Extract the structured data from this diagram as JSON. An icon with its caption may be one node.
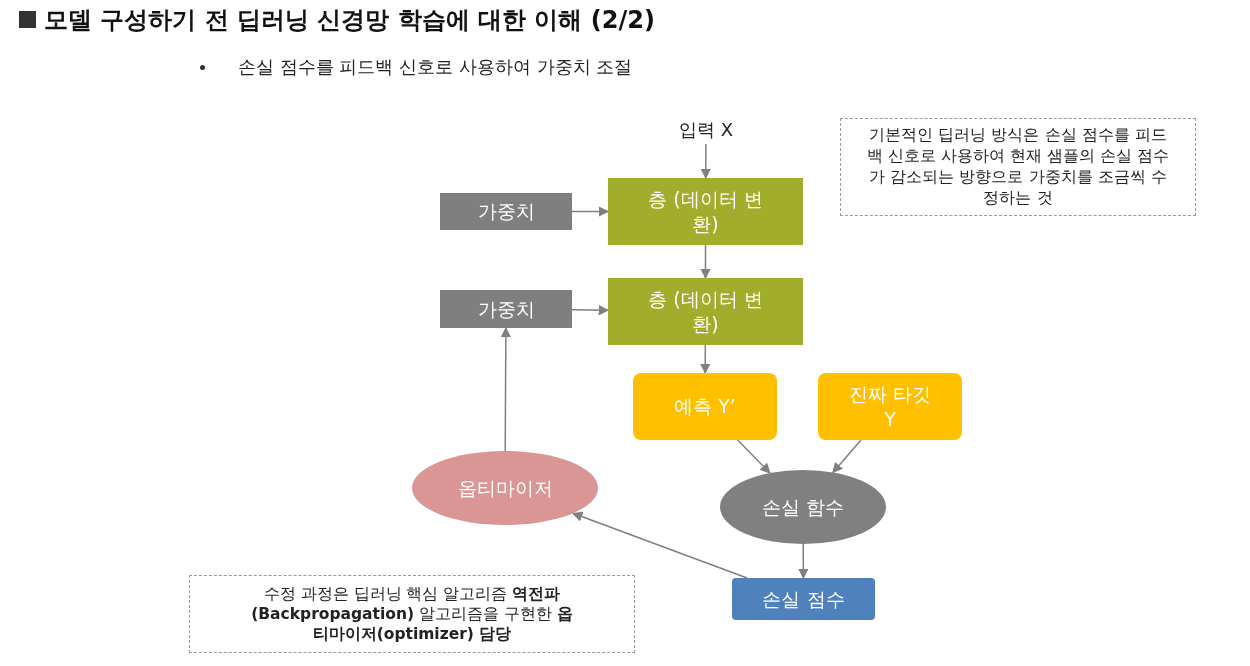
{
  "diagram": {
    "title": "모델 구성하기 전 딥러닝 신경망 학습에 대한 이해 (2/2)",
    "nodes": [
      {
        "text": [
          "입력 X"
        ]
      },
      {
        "text": [
          "층 (데이터 변환)"
        ]
      },
      {
        "text": [
          "가중치"
        ]
      },
      {
        "text": [
          "층 (데이터 변환)"
        ]
      },
      {
        "text": [
          "가중치"
        ]
      },
      {
        "text": [
          "예측 Y’"
        ]
      },
      {
        "text": [
          "진짜 타깃 Y"
        ]
      },
      {
        "text": [
          "옵티마이저"
        ]
      },
      {
        "text": [
          "손실 함수"
        ]
      },
      {
        "text": [
          "손실 점수"
        ]
      },
      {
        "text": [
          "기본적인 딥러닝 방식은 손실 점수를 피드백 신호로 사용하여 현재 샘플의 손실 점수가 감소되는 방향으로 가중치를 조금씩 수정하는 것"
        ]
      },
      {
        "text": [
          "수정 과정은 딥러닝 핵심 알고리즘 **역전파(Backpropagation)** 알고리즘을 구현한 **옵티마이저(optimizer) 담당**"
        ]
      }
    ],
    "edges": [
      {
        "from": 0,
        "to": 1,
        "arrow": "to"
      },
      {
        "from": 2,
        "to": 1,
        "arrow": "to"
      },
      {
        "from": 1,
        "to": 3,
        "arrow": "to"
      },
      {
        "from": 4,
        "to": 3,
        "arrow": "to"
      },
      {
        "from": 3,
        "to": 5,
        "arrow": "to"
      },
      {
        "from": 5,
        "to": 8,
        "arrow": "to"
      },
      {
        "from": 6,
        "to": 8,
        "arrow": "to"
      },
      {
        "from": 8,
        "to": 9,
        "arrow": "to"
      },
      {
        "from": 9,
        "to": 7,
        "arrow": "to"
      },
      {
        "from": 7,
        "to": 4,
        "arrow": "to"
      }
    ],
    "labels": [
      "손실 점수를 피드백 신호로 사용하여 가중치 조절"
    ]
  }
}
